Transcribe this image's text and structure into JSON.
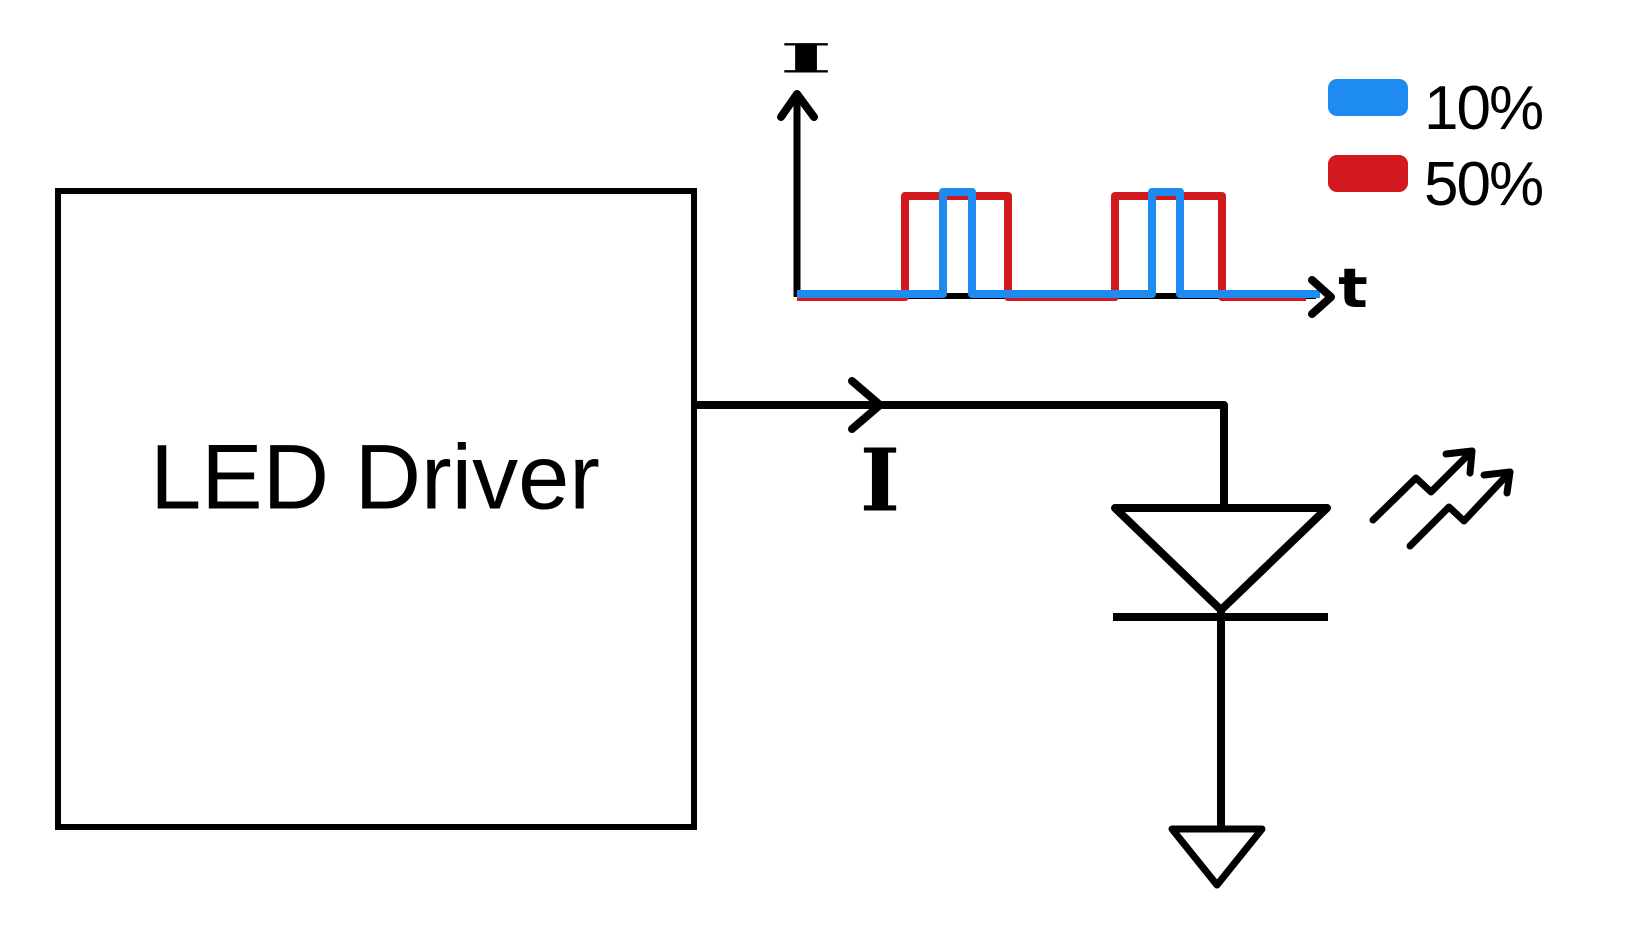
{
  "page": {
    "background": "#ffffff",
    "stroke_color": "#000000"
  },
  "diagram": {
    "driver_label": "LED Driver",
    "current_label": "I",
    "components": {
      "driver_block": "LED driver block",
      "led": "light emitting diode",
      "ground": "ground terminal",
      "light_arrows": "light emission arrows"
    }
  },
  "chart_data": {
    "type": "line",
    "subtype": "pwm-pulse-train",
    "title": "",
    "xlabel": "t",
    "ylabel": "I",
    "grid": false,
    "legend_position": "upper-right",
    "x_axis": {
      "label": "t",
      "ticks": [],
      "range_normalized": [
        0,
        1
      ]
    },
    "y_axis": {
      "label": "I",
      "ticks": [],
      "range_normalized": [
        0,
        1
      ]
    },
    "series": [
      {
        "name": "10%",
        "duty_cycle_percent": 10,
        "color": "#1E8BF0",
        "baseline": 0,
        "amplitude": 1,
        "pulses": [
          {
            "rise": 0.285,
            "fall": 0.341
          },
          {
            "rise": 0.692,
            "fall": 0.747
          }
        ]
      },
      {
        "name": "50%",
        "duty_cycle_percent": 50,
        "color": "#D2191E",
        "baseline": 0,
        "amplitude": 1,
        "pulses": [
          {
            "rise": 0.21,
            "fall": 0.411
          },
          {
            "rise": 0.62,
            "fall": 0.828
          }
        ]
      }
    ]
  }
}
